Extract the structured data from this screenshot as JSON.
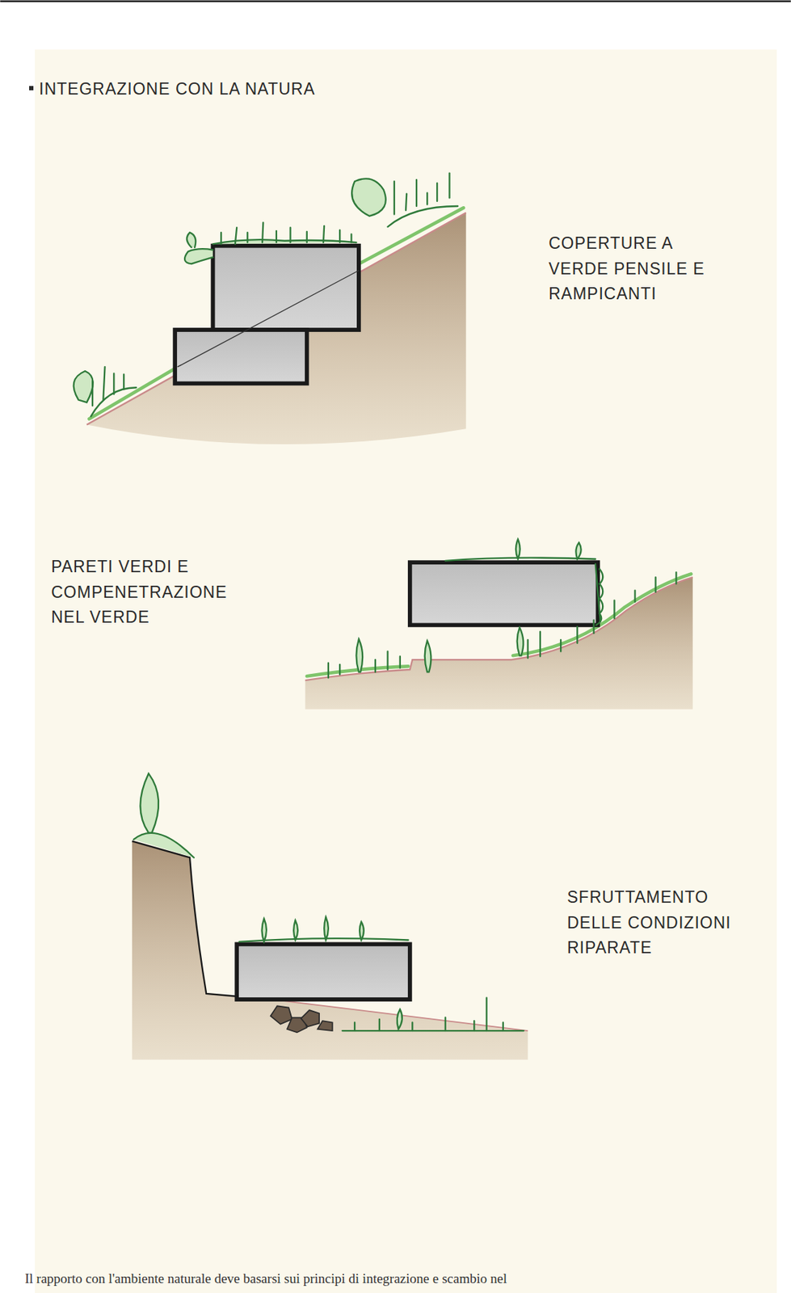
{
  "diagram": {
    "title": "INTEGRAZIONE CON LA NATURA",
    "caption": "Il rapporto con l'ambiente naturale deve basarsi sui principi di integrazione e scambio nel",
    "labels": [
      "COPERTURE A VERDE PENSILE E RAMPICANTI",
      "PARETI VERDI E COMPENETRAZIONE NEL VERDE",
      "SFRUTTAMENTO DELLE CONDIZIONI RIPARATE"
    ]
  }
}
